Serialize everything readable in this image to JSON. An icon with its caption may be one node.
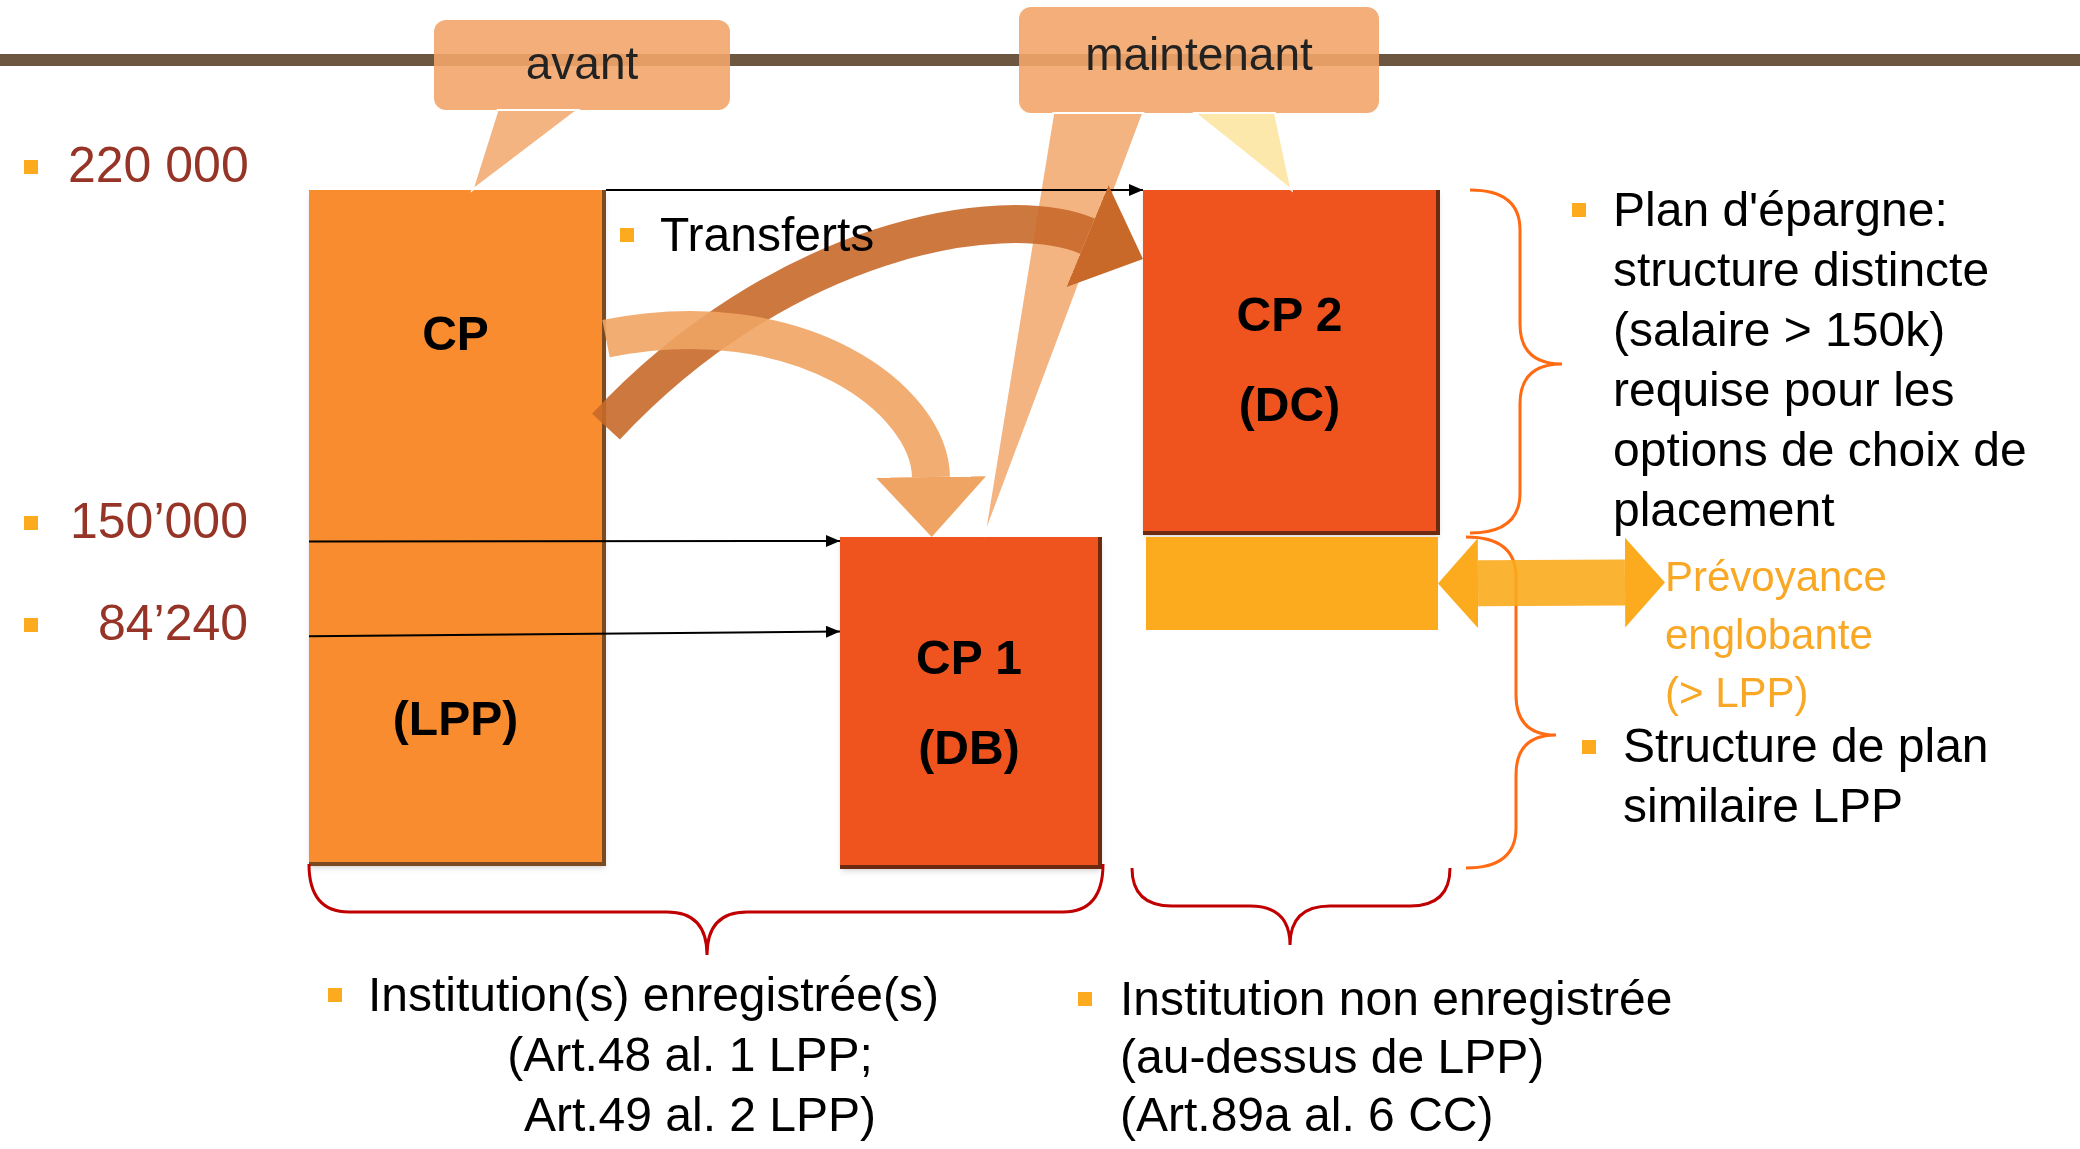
{
  "diagram": {
    "nodes": [
      {
        "text": [
          "avant"
        ]
      },
      {
        "text": [
          "maintenant"
        ]
      },
      {
        "text": [
          "CP",
          "(LPP)"
        ]
      },
      {
        "text": [
          "CP 1",
          "(DB)"
        ]
      },
      {
        "text": [
          "CP 2",
          "(DC)"
        ]
      },
      {
        "text": [],
        "shape": "bar"
      },
      {
        "text": [
          "Prévoyance englobante (> LPP)"
        ]
      }
    ],
    "edges": [
      {
        "from": 0,
        "to": 2,
        "arrow": "to",
        "color": "#f2a76c"
      },
      {
        "from": 1,
        "to": 3,
        "arrow": "to",
        "color": "#f2a76c"
      },
      {
        "from": 1,
        "to": 4,
        "arrow": "to",
        "color": "#fde49c"
      },
      {
        "from": 2,
        "to": 4,
        "arrow": "to"
      },
      {
        "from": 2,
        "to": 3,
        "arrow": "to"
      },
      {
        "from": 2,
        "to": 3,
        "arrow": "to"
      },
      {
        "from": 2,
        "to": 4,
        "arrow": "to",
        "style": "thick",
        "color": "#c8692a"
      },
      {
        "from": 2,
        "to": 3,
        "arrow": "to",
        "style": "thick",
        "color": "#f0a463"
      },
      {
        "from": 5,
        "to": 6,
        "arrow": "both",
        "style": "thick",
        "color": "#fbab1d"
      }
    ],
    "labels": [
      "220 000",
      "150’000",
      "84’240",
      "Transferts",
      "Plan d'épargne: structure distincte (salaire > 150k) requise pour les options de choix de placement",
      "Structure de plan similaire LPP",
      "Institution(s) enregistrée(s)",
      "(Art.48 al. 1 LPP;",
      "Art.49 al. 2 LPP)",
      "Institution non enregistrée",
      "(au-dessus de LPP)",
      "(Art.89a al. 6 CC)"
    ]
  }
}
